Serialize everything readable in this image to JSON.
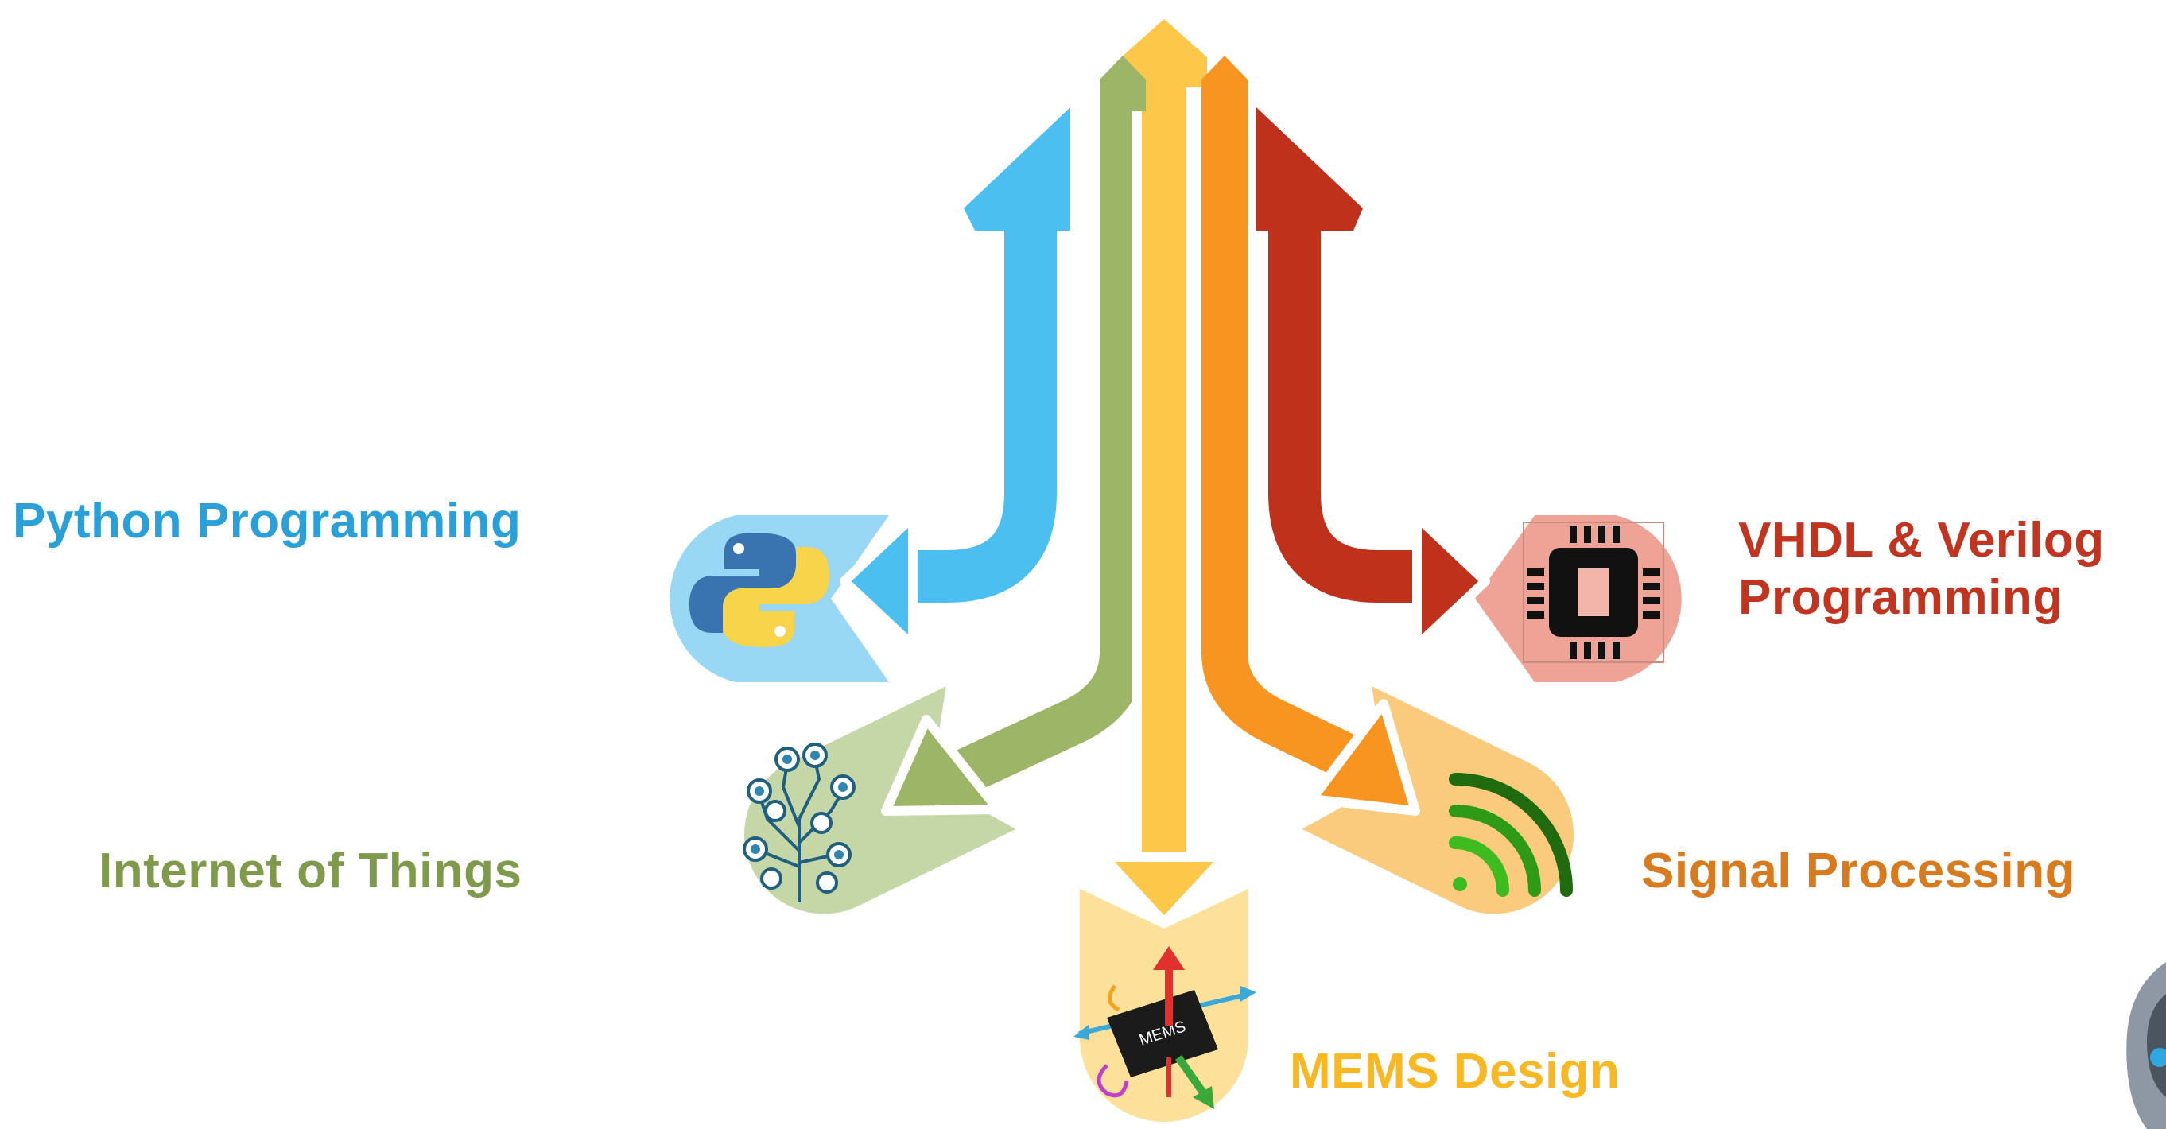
{
  "labels": {
    "python": "Python Programming",
    "iot": "Internet of Things",
    "mems": "MEMS Design",
    "signal": "Signal Processing",
    "vhdl_line1": "VHDL & Verilog",
    "vhdl_line2": "Programming"
  },
  "chip_text": "MEMS",
  "colors": {
    "python": "#4bbfef",
    "iot": "#9db566",
    "mems": "#fdc84a",
    "signal": "#f79520",
    "vhdl": "#c0311c"
  },
  "icons": [
    "python-logo-icon",
    "iot-tree-icon",
    "mems-chip-icon",
    "wifi-signal-icon",
    "microchip-icon",
    "mascot-logo"
  ]
}
